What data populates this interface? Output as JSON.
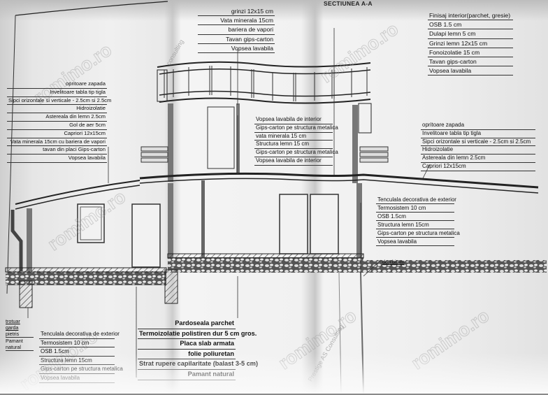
{
  "drawing": {
    "section_title": "SECTIUNEA A-A",
    "watermarks": [
      "romimo.ro",
      "romimo.ro",
      "romimo.ro",
      "romimo.ro",
      "romimo.ro",
      "romimo.ro"
    ],
    "watermark_small": [
      "Prestige AS Consulting",
      "consulting"
    ]
  },
  "legends": {
    "roof_top_center": [
      "grinzi 12x15 cm",
      "Vata minerala 15cm",
      "bariera de vapori",
      "Tavan gips-carton",
      "Vopsea lavabila"
    ],
    "floor_top_right": [
      "Finisaj interior(parchet, gresie)",
      "OSB 1.5 cm",
      "Dulapi lemn 5 cm",
      "Grinzi lemn 12x15 cm",
      "Fonoizolatie 15 cm",
      "Tavan gips-carton",
      "Vopsea lavabila"
    ],
    "roof_left": [
      "opritoare zapada",
      "Invelitoare tabla tip tigla",
      "Sipci orizontale si verticale - 2.5cm si 2.5cm",
      "Hidroizolatie",
      "Astereala din lemn 2.5cm",
      "Gol de aer 5cm",
      "Capriori 12x15cm",
      "Vata minerala 15cm cu bariera de vapori",
      "tavan din placi Gips-carton",
      "Vopsea lavabila"
    ],
    "interior_wall": [
      "Vopsea lavabila de interior",
      "Gips-carton pe structura metalica",
      "vata minerala 15 cm",
      "Structura lemn 15 cm",
      "Gips-carton pe structura metalica",
      "Vopsea lavabila de interior"
    ],
    "roof_right": [
      "opritoare zapada",
      "Invelitoare tabla tip tigla",
      "Sipci orizontale si verticale - 2.5cm si 2.5cm",
      "Hidroizolatie",
      "Astereala din lemn 2.5cm",
      "Capriori 12x15cm"
    ],
    "exterior_wall_right": [
      "Tenculala decorativa de exterior",
      "Termosistem 10 cm",
      "OSB 1.5cm",
      "Structura lemn 15cm",
      "Gips-carton pe structura metalica",
      "Vopsea lavabila"
    ],
    "exterior_wall_bottom": [
      "Tenculala decorativa de exterior",
      "Termosistem 10 cm",
      "OSB 1.5cm",
      "Structura lemn 15cm",
      "Gips-carton pe structura metalica",
      "Vopsea lavabila"
    ],
    "floor_bottom": [
      "Pardoseala parchet",
      "Termoizolatie polistiren dur 5 cm gros.",
      "Placa slab armata",
      "folie poliuretan",
      "Strat rupere capilaritate (balast 3-5 cm)",
      "Pamant natural"
    ],
    "trotuar": [
      "trotuar garda",
      "pietris",
      "Pamant natural"
    ],
    "dop_bitum": "dop bitum"
  }
}
